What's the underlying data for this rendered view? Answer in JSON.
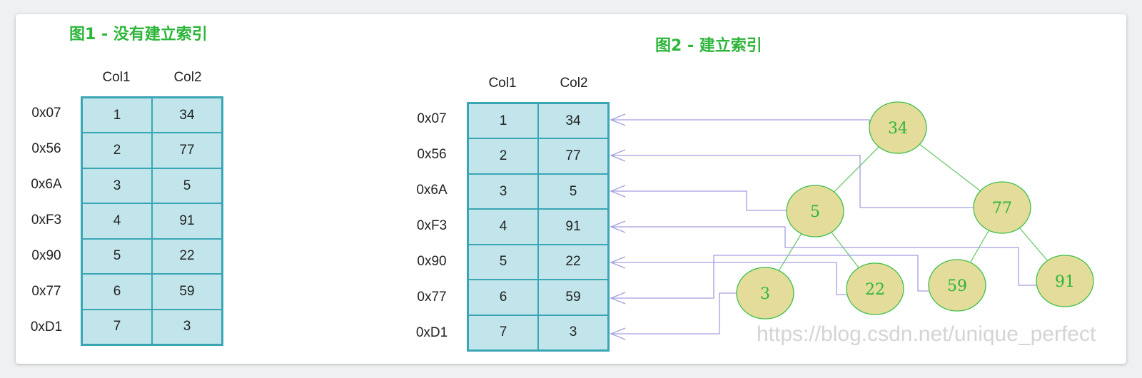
{
  "figure1": {
    "title": "图1 - 没有建立索引",
    "col_headers": [
      "Col1",
      "Col2"
    ],
    "rows": [
      {
        "addr": "0x07",
        "col1": "1",
        "col2": "34"
      },
      {
        "addr": "0x56",
        "col1": "2",
        "col2": "77"
      },
      {
        "addr": "0x6A",
        "col1": "3",
        "col2": "5"
      },
      {
        "addr": "0xF3",
        "col1": "4",
        "col2": "91"
      },
      {
        "addr": "0x90",
        "col1": "5",
        "col2": "22"
      },
      {
        "addr": "0x77",
        "col1": "6",
        "col2": "59"
      },
      {
        "addr": "0xD1",
        "col1": "7",
        "col2": "3"
      }
    ]
  },
  "figure2": {
    "title": "图2 - 建立索引",
    "col_headers": [
      "Col1",
      "Col2"
    ],
    "rows": [
      {
        "addr": "0x07",
        "col1": "1",
        "col2": "34"
      },
      {
        "addr": "0x56",
        "col1": "2",
        "col2": "77"
      },
      {
        "addr": "0x6A",
        "col1": "3",
        "col2": "5"
      },
      {
        "addr": "0xF3",
        "col1": "4",
        "col2": "91"
      },
      {
        "addr": "0x90",
        "col1": "5",
        "col2": "22"
      },
      {
        "addr": "0x77",
        "col1": "6",
        "col2": "59"
      },
      {
        "addr": "0xD1",
        "col1": "7",
        "col2": "3"
      }
    ],
    "tree_nodes": [
      "34",
      "5",
      "77",
      "3",
      "22",
      "59",
      "91"
    ],
    "tree_edges": [
      [
        "34",
        "5"
      ],
      [
        "34",
        "77"
      ],
      [
        "5",
        "3"
      ],
      [
        "5",
        "22"
      ],
      [
        "77",
        "59"
      ],
      [
        "77",
        "91"
      ]
    ],
    "pointers": [
      {
        "node": "34",
        "row": "0x07"
      },
      {
        "node": "77",
        "row": "0x56"
      },
      {
        "node": "5",
        "row": "0x6A"
      },
      {
        "node": "91",
        "row": "0xF3"
      },
      {
        "node": "22",
        "row": "0x90"
      },
      {
        "node": "59",
        "row": "0x77"
      },
      {
        "node": "3",
        "row": "0xD1"
      }
    ]
  },
  "colors": {
    "title": "#2db53a",
    "cell_fill": "#c1e5ea",
    "cell_border": "#3aa6b4",
    "node_fill": "#e4dc9b",
    "node_stroke": "#3fbf4a",
    "node_text": "#2db53a",
    "tree_edge": "#6cc86e",
    "pointer": "#a39ee0"
  },
  "watermark": "https://blog.csdn.net/unique_perfect"
}
